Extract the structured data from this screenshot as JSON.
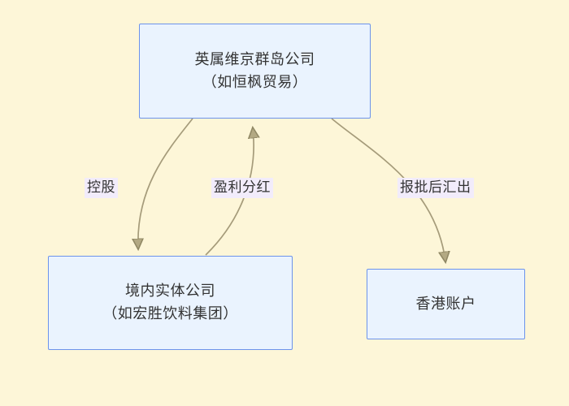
{
  "diagram": {
    "title": "",
    "background_color": "#fdf6d8",
    "node_fill": "#eaf3fe",
    "node_stroke": "#6c93eb",
    "edge_color": "#a59b7a",
    "label_background": "#f2ecfb",
    "text_color": "#333333",
    "nodes": [
      {
        "id": "bvi",
        "lines": [
          "英属维京群岛公司",
          "（如恒枫贸易）"
        ]
      },
      {
        "id": "domestic",
        "lines": [
          "境内实体公司",
          "（如宏胜饮料集团）"
        ]
      },
      {
        "id": "hk",
        "lines": [
          "香港账户"
        ]
      }
    ],
    "edges": [
      {
        "id": "holding",
        "label": "控股",
        "from": "bvi",
        "to": "domestic"
      },
      {
        "id": "dividend",
        "label": "盈利分红",
        "from": "domestic",
        "to": "bvi"
      },
      {
        "id": "remit",
        "label": "报批后汇出",
        "from": "bvi",
        "to": "hk"
      }
    ]
  }
}
